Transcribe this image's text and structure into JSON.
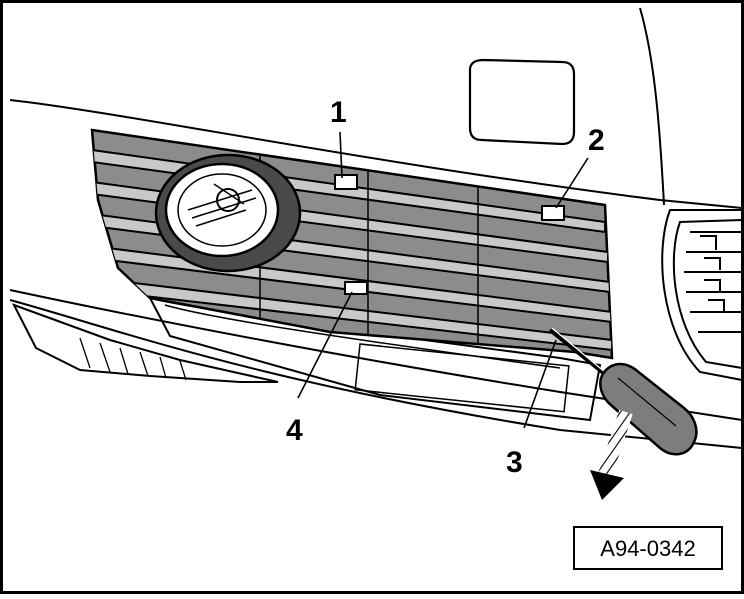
{
  "figure": {
    "id_label": "A94-0342",
    "callouts": [
      "1",
      "2",
      "3",
      "4"
    ]
  },
  "colors": {
    "line": "#000000",
    "grille_fill": "#8c8c8c",
    "grille_dark": "#6e6e6e",
    "panel": "#ffffff",
    "tool_handle": "#7d7d7d"
  },
  "icons": [
    "fog-lamp-icon",
    "screwdriver-icon",
    "pull-direction-arrow-icon"
  ]
}
